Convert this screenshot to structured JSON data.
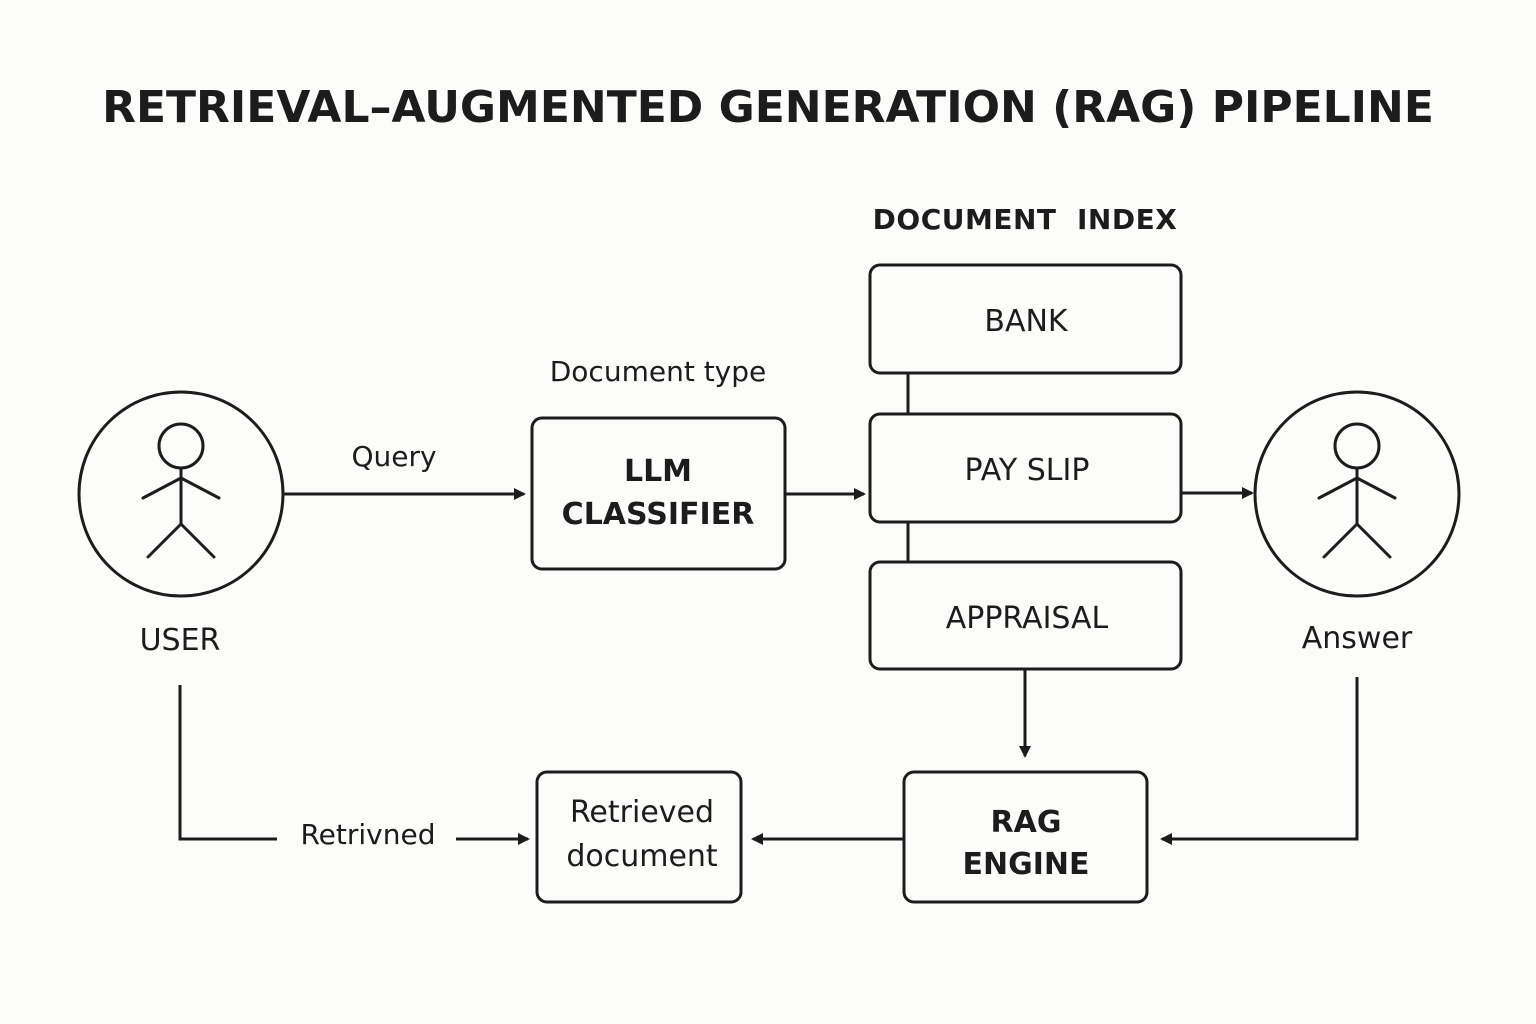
{
  "title": "RETRIEVAL–AUGMENTED GENERATION (RAG) PIPELINE",
  "nodes": {
    "user": {
      "label": "USER"
    },
    "answer": {
      "label": "Answer"
    },
    "classifier": {
      "line1": "LLM",
      "line2": "CLASSIFIER",
      "caption": "Document type"
    },
    "document_index": {
      "heading": "DOCUMENT  INDEX",
      "items": [
        "BANK",
        "PAY SLIP",
        "APPRAISAL"
      ]
    },
    "rag_engine": {
      "line1": "RAG",
      "line2": "ENGINE"
    },
    "retrieved_document": {
      "line1": "Retrieved",
      "line2": "document"
    }
  },
  "edges": {
    "query": "Query",
    "retrieved": "Retrivned"
  },
  "colors": {
    "stroke": "#1c1c1c",
    "background": "#fcfcfb"
  }
}
